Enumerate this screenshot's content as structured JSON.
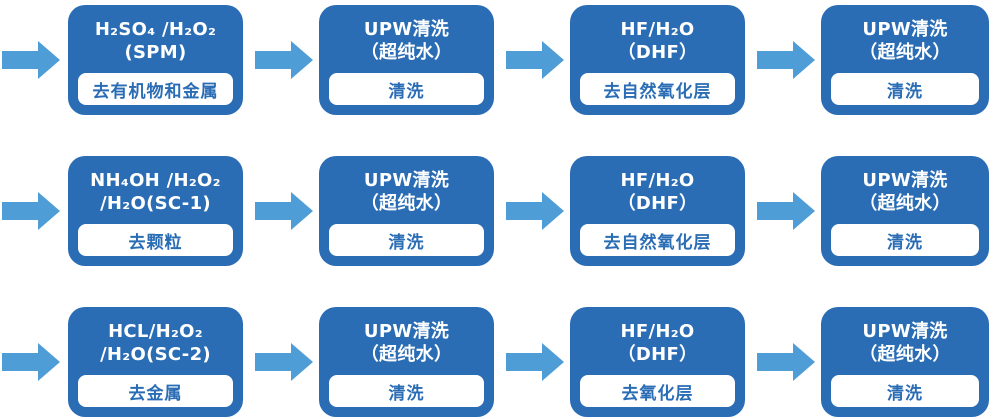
{
  "colors": {
    "box_blue": "#2A6DB5",
    "arrow_blue": "#4F9DD7",
    "action_text_blue": "#2A6DB5",
    "bg_white": "#FFFFFF"
  },
  "rows": [
    {
      "steps": [
        {
          "title_lines": [
            "H₂SO₄ /H₂O₂",
            "(SPM)"
          ],
          "action": "去有机物和金属"
        },
        {
          "title_lines": [
            "UPW清洗",
            "（超纯水）"
          ],
          "action": "清洗"
        },
        {
          "title_lines": [
            "HF/H₂O",
            "（DHF）"
          ],
          "action": "去自然氧化层"
        },
        {
          "title_lines": [
            "UPW清洗",
            "（超纯水）"
          ],
          "action": "清洗"
        }
      ]
    },
    {
      "steps": [
        {
          "title_lines": [
            "NH₄OH /H₂O₂",
            "/H₂O(SC-1)"
          ],
          "action": "去颗粒"
        },
        {
          "title_lines": [
            "UPW清洗",
            "（超纯水）"
          ],
          "action": "清洗"
        },
        {
          "title_lines": [
            "HF/H₂O",
            "（DHF）"
          ],
          "action": "去自然氧化层"
        },
        {
          "title_lines": [
            "UPW清洗",
            "（超纯水）"
          ],
          "action": "清洗"
        }
      ]
    },
    {
      "steps": [
        {
          "title_lines": [
            "HCL/H₂O₂",
            "/H₂O(SC-2)"
          ],
          "action": "去金属"
        },
        {
          "title_lines": [
            "UPW清洗",
            "（超纯水）"
          ],
          "action": "清洗"
        },
        {
          "title_lines": [
            "HF/H₂O",
            "（DHF）"
          ],
          "action": "去氧化层"
        },
        {
          "title_lines": [
            "UPW清洗",
            "（超纯水）"
          ],
          "action": "清洗"
        }
      ]
    }
  ]
}
